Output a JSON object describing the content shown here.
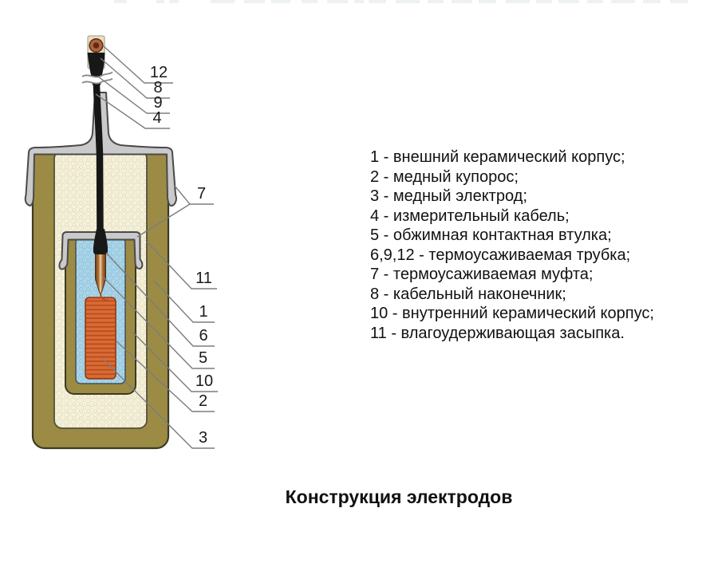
{
  "title": "Конструкция электродов",
  "legend": {
    "items": [
      "1 - внешний керамический корпус;",
      "2 - медный купорос;",
      "3 - медный электрод;",
      "4 - измерительный кабель;",
      "5 - обжимная контактная втулка;",
      "6,9,12 - термоусаживаемая трубка;",
      "7 - термоусаживаемая муфта;",
      "8 - кабельный наконечник;",
      "10 - внутренний керамический корпус;",
      "11 - влагоудерживающая засыпка."
    ]
  },
  "diagram": {
    "callouts": [
      {
        "label": "12"
      },
      {
        "label": "8"
      },
      {
        "label": "9"
      },
      {
        "label": "4"
      },
      {
        "label": "7"
      },
      {
        "label": "11"
      },
      {
        "label": "1"
      },
      {
        "label": "6"
      },
      {
        "label": "5"
      },
      {
        "label": "10"
      },
      {
        "label": "2"
      },
      {
        "label": "3"
      }
    ],
    "colors": {
      "ceramic_body": "#9c8b44",
      "moisture_backfill": "#f5f1dc",
      "copper_sulfate": "#abd5e9",
      "copper_electrode": "#dc6a33",
      "heat_shrink_mantle": "#cacaca",
      "cable": "#161616",
      "cable_lug_copper": "#b2633c",
      "lug_plate": "#ecdebe",
      "contact_sleeve_copper": "#b97a42",
      "leader_line": "#7d7d7d"
    }
  }
}
